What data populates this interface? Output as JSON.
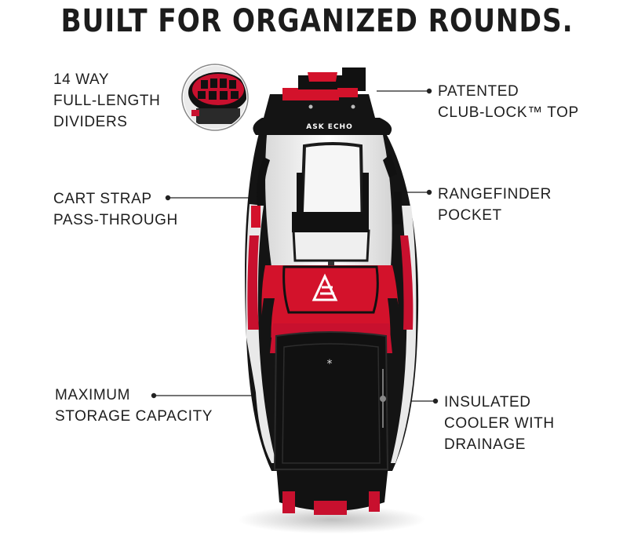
{
  "headline": "BUILT FOR ORGANIZED ROUNDS.",
  "brand_mark": "ASK ECHO",
  "colors": {
    "red": "#d3122b",
    "black": "#111111",
    "white": "#f4f4f4",
    "text": "#1e1e1e"
  },
  "features": {
    "dividers": {
      "line1": "14 WAY",
      "line2": "FULL-LENGTH",
      "line3": "DIVIDERS"
    },
    "top": {
      "line1": "PATENTED",
      "line2": "CLUB-LOCK™ TOP"
    },
    "strap": {
      "line1": "CART STRAP",
      "line2": "PASS-THROUGH"
    },
    "rangefinder": {
      "line1": "RANGEFINDER",
      "line2": "POCKET"
    },
    "storage": {
      "line1": "MAXIMUM",
      "line2": "STORAGE CAPACITY"
    },
    "cooler": {
      "line1": "INSULATED",
      "line2": "COOLER WITH",
      "line3": "DRAINAGE"
    }
  }
}
